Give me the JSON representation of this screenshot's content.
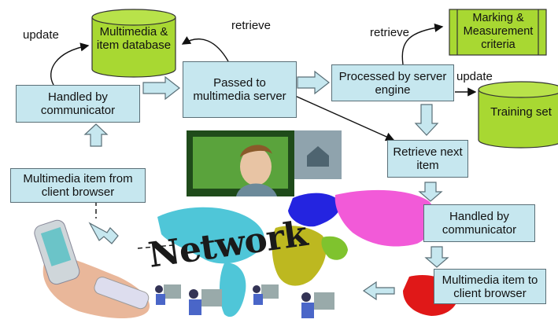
{
  "labels": {
    "update_left": "update",
    "retrieve_top": "retrieve",
    "retrieve_right": "retrieve",
    "update_right": "update",
    "network": "Network"
  },
  "nodes": {
    "database": "Multimedia & item database",
    "passed": "Passed to multimedia server",
    "handled_top": "Handled by communicator",
    "processed": "Processed by server engine",
    "criteria": "Marking & Measurement criteria",
    "training": "Training set",
    "retrieve_next": "Retrieve next item",
    "item_from": "Multimedia item from client browser",
    "handled_right": "Handled by communicator",
    "item_to": "Multimedia item to client browser"
  },
  "colors": {
    "box_fill": "#c6e7ef",
    "box_border": "#5a6f77",
    "cylinder_fill": "#a8d832",
    "block_arrow": "#c6e7ef"
  },
  "icons": [
    "home-icon",
    "mobile-phone-image",
    "child-photo",
    "computer-user-icon",
    "world-map"
  ]
}
